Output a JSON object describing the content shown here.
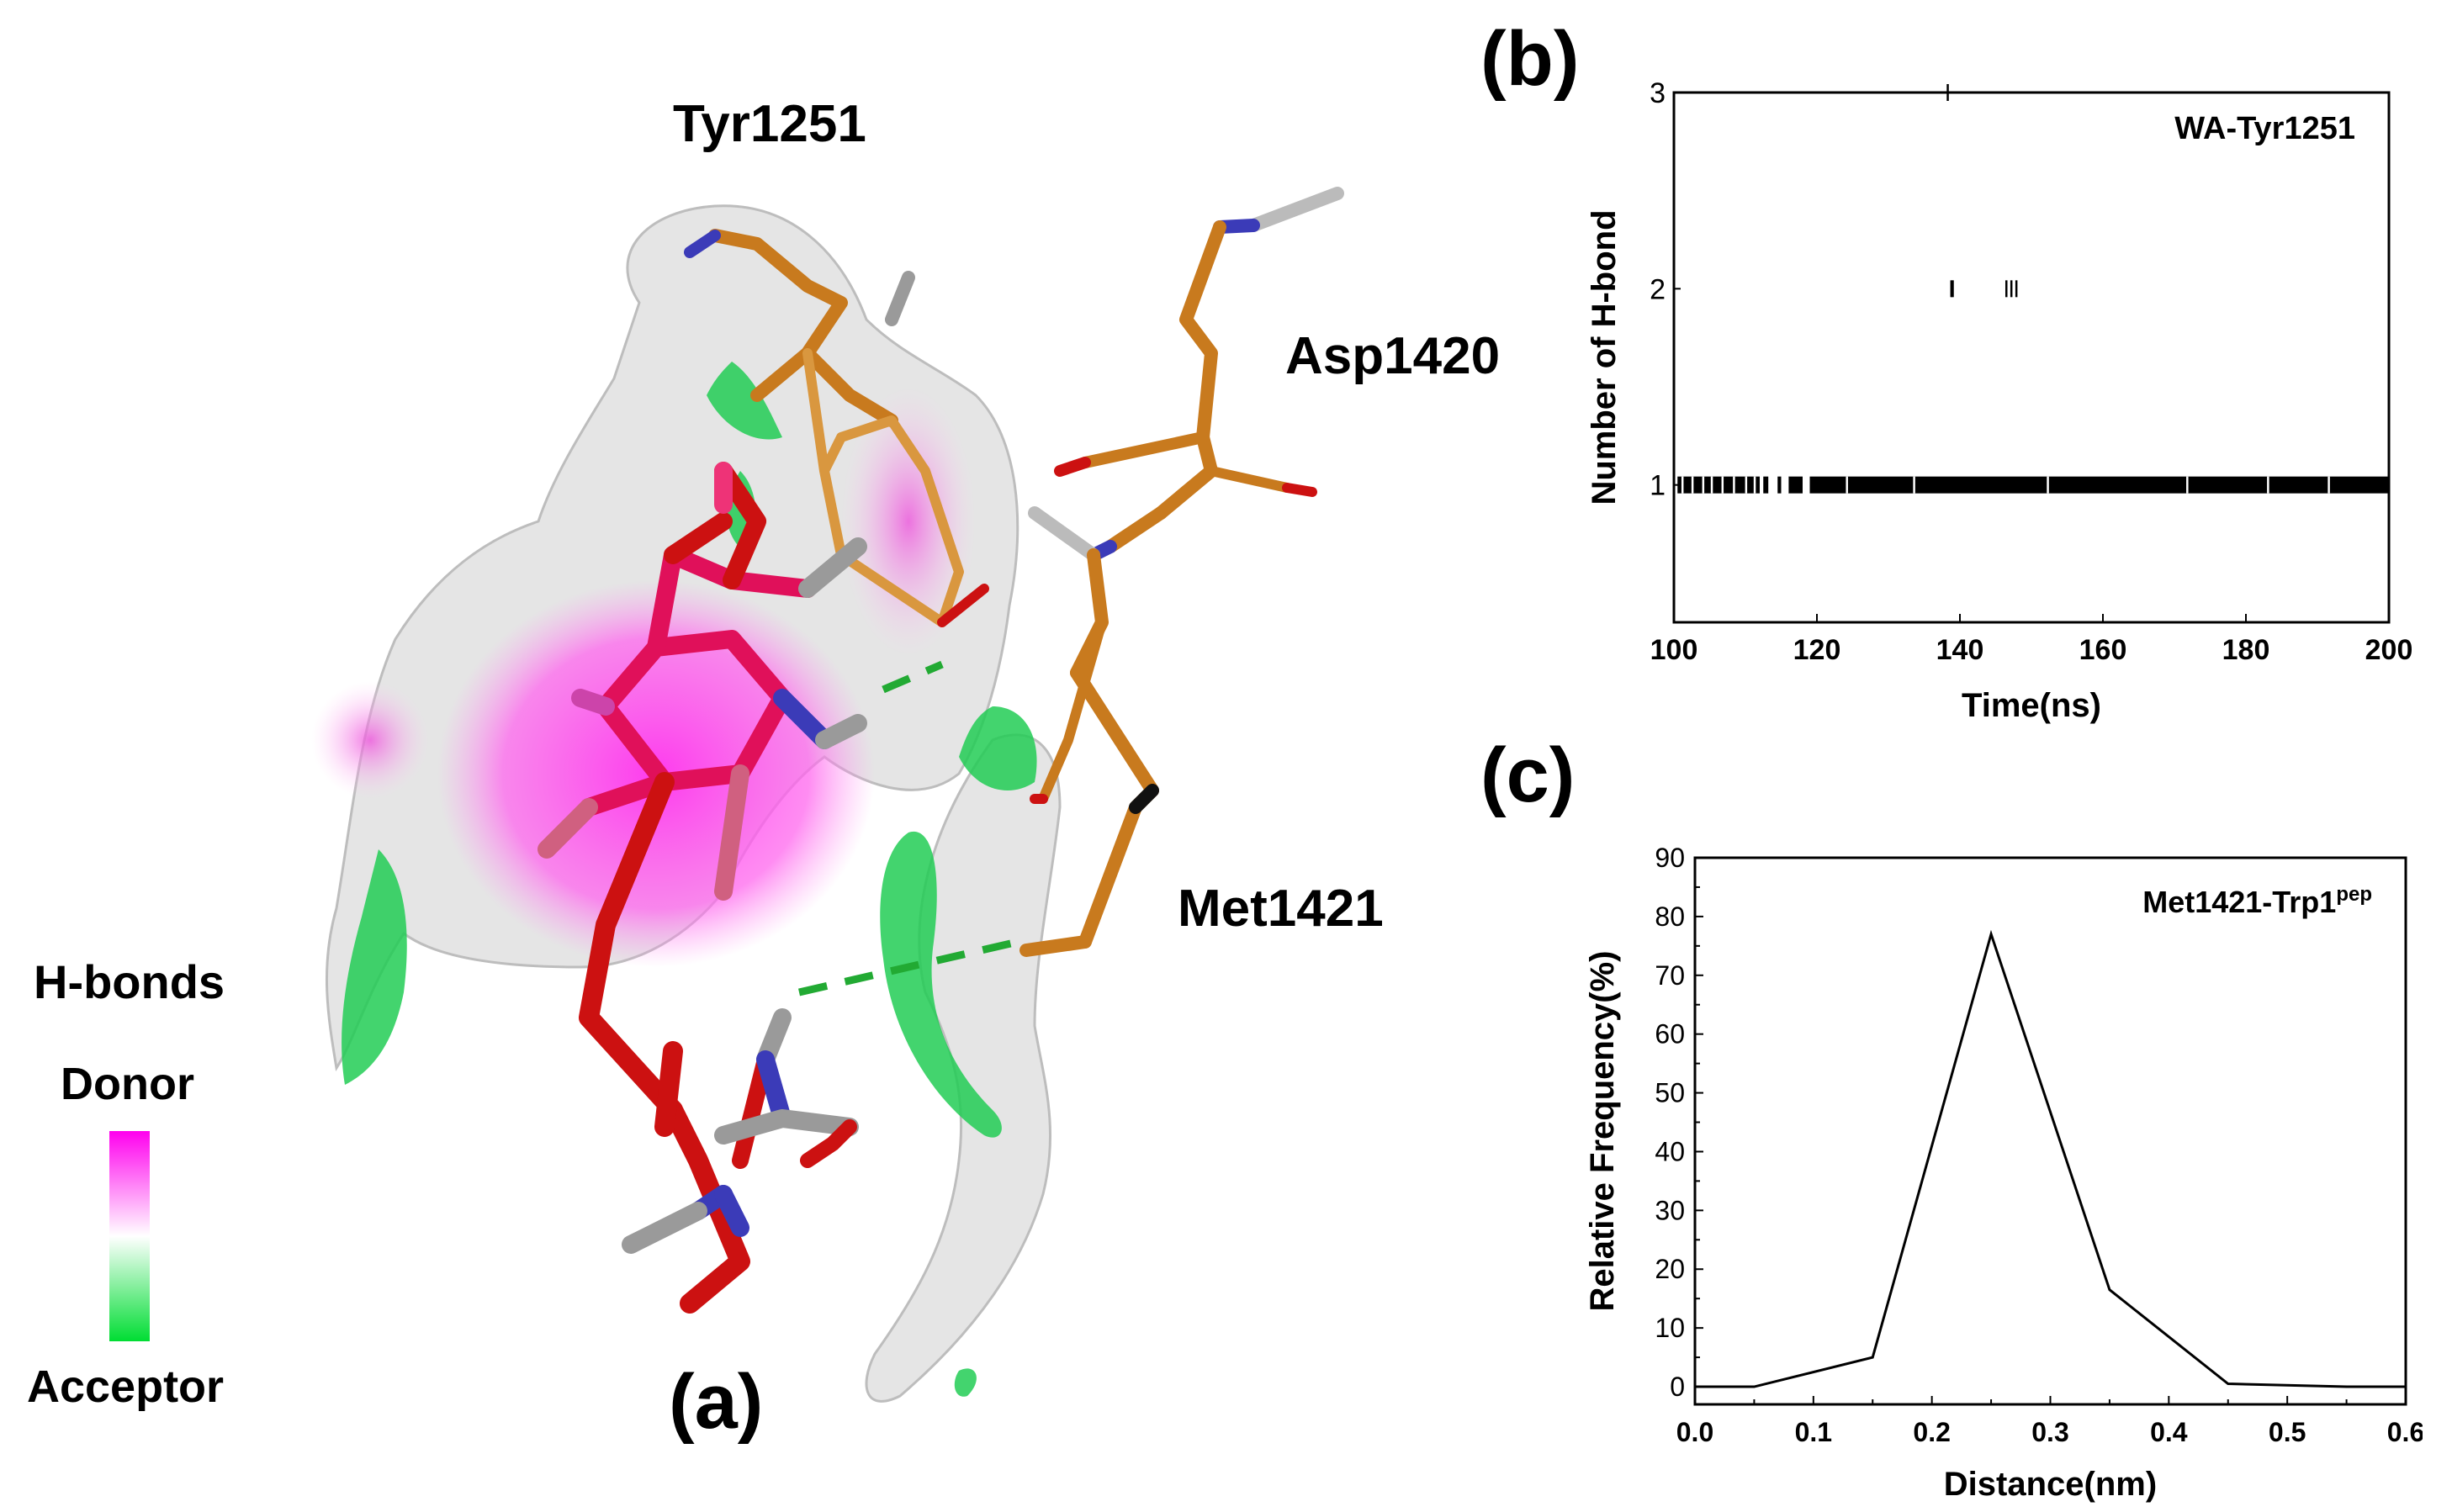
{
  "panel_a": {
    "letter": "(a)",
    "residues": [
      "Tyr1251",
      "Asp1420",
      "Met1421"
    ],
    "legend": {
      "title": "H-bonds",
      "donor": "Donor",
      "acceptor": "Acceptor",
      "colors": {
        "donor": "#ff00ee",
        "mid": "#ffffff",
        "acceptor": "#00dd33"
      }
    },
    "colors": {
      "carbon_ligand": "#e0105a",
      "carbon_protein": "#c87a1e",
      "nitrogen": "#3b3bb8",
      "oxygen": "#cc1111",
      "hydrogen": "#9a9a9a",
      "surface": "#c8c8c8"
    }
  },
  "chart_data": [
    {
      "type": "scatter",
      "panel": "(b)",
      "annotation": "WA-Tyr1251",
      "xlabel": "Time(ns)",
      "ylabel": "Number of H-bond",
      "xlim": [
        100,
        200
      ],
      "ylim": [
        0.3,
        3
      ],
      "xticks": [
        100,
        120,
        140,
        160,
        180,
        200
      ],
      "yticks": [
        1,
        2,
        3
      ],
      "marker": "vertical-tick",
      "series": [
        {
          "values_y": 1,
          "x_ranges": [
            [
              100.5,
              112
            ],
            [
              112.5,
              113.2
            ],
            [
              114.5,
              115
            ],
            [
              116,
              118
            ],
            [
              119,
              200
            ]
          ],
          "x_sparse": [
            101.2,
            102.6,
            104.1,
            105.3,
            106.8,
            108.4,
            110.1,
            111.3,
            113.8,
            115.9,
            118.4,
            124.2,
            133.6,
            152.3,
            171.8,
            183.1,
            191.6
          ]
        },
        {
          "values_y": 2,
          "x": [
            138.8,
            139,
            146.5,
            147.2,
            147.9
          ]
        },
        {
          "values_y": 3,
          "x": [
            138.3
          ]
        }
      ]
    },
    {
      "type": "line",
      "panel": "(c)",
      "annotation": "Met1421-Trp1",
      "annotation_sup": "pep",
      "xlabel": "Distance(nm)",
      "ylabel": "Relative Frequency(%)",
      "xlim": [
        0,
        0.6
      ],
      "ylim": [
        -3,
        90
      ],
      "xticks": [
        0.0,
        0.1,
        0.2,
        0.3,
        0.4,
        0.5,
        0.6
      ],
      "yticks": [
        0,
        10,
        20,
        30,
        40,
        50,
        60,
        70,
        80,
        90
      ],
      "x": [
        0.0,
        0.05,
        0.15,
        0.25,
        0.35,
        0.45,
        0.55,
        0.6
      ],
      "y": [
        0,
        0,
        5,
        77,
        16.5,
        0.5,
        0,
        0
      ]
    }
  ]
}
